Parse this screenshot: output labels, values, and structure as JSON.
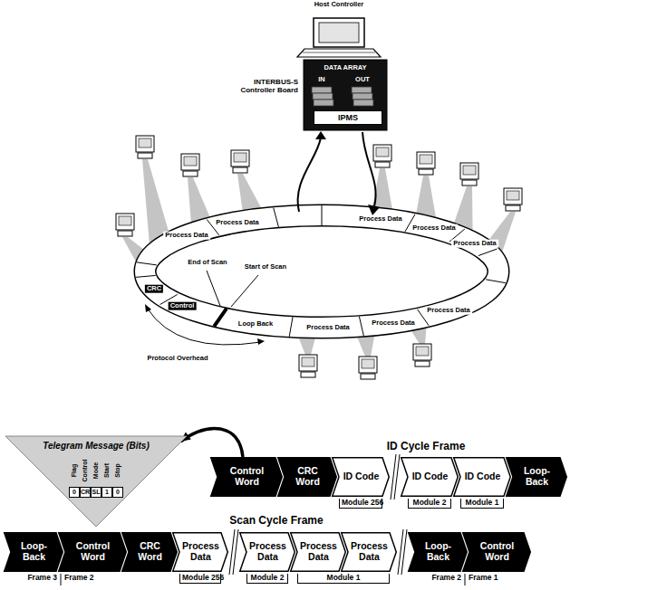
{
  "diagram": {
    "nodes": [
      {
        "text": [
          "INTERBUS-S Controller Board",
          "DATA ARRAY"
        ]
      },
      {
        "text": [
          "IPMS"
        ],
        "in": 0
      },
      {
        "text": [
          "Telegram Message (Bits)"
        ]
      },
      {
        "text": [
          "Control Word"
        ]
      },
      {
        "text": [
          "CRC Word"
        ]
      },
      {
        "text": [
          "ID Code"
        ]
      },
      {
        "text": [
          "ID Code"
        ]
      },
      {
        "text": [
          "ID Code"
        ]
      },
      {
        "text": [
          "Loop-Back"
        ]
      },
      {
        "text": [
          "Loop-Back"
        ]
      },
      {
        "text": [
          "Control Word"
        ]
      },
      {
        "text": [
          "CRC Word"
        ]
      },
      {
        "text": [
          "Process Data"
        ]
      },
      {
        "text": [
          "Process Data"
        ]
      },
      {
        "text": [
          "Process Data"
        ]
      },
      {
        "text": [
          "Process Data"
        ]
      },
      {
        "text": [
          "Loop-Back"
        ]
      },
      {
        "text": [
          "Control Word"
        ]
      }
    ],
    "edges": [
      {
        "from": 3,
        "to": 2,
        "arrow": "to"
      }
    ],
    "labels": [
      "Host Controller",
      "IN",
      "OUT",
      "Process Data",
      "Process Data",
      "Process Data",
      "Process Data",
      "Process Data",
      "CRC",
      "Control",
      "Loop Back",
      "Process Data",
      "Process Data",
      "Process Data",
      "End of Scan",
      "Start of Scan",
      "Protocol Overhead",
      "Flag",
      "Control",
      "Mode",
      "Start",
      "Stop",
      "0",
      "CR",
      "SL",
      "1",
      "0",
      "ID Cycle Frame",
      "Module 256",
      "Module 2",
      "Module 1",
      "Scan Cycle Frame",
      "Module 256",
      "Module 2",
      "Module 1",
      "Frame 3",
      "Frame 2",
      "Frame 2",
      "Frame 1"
    ]
  }
}
